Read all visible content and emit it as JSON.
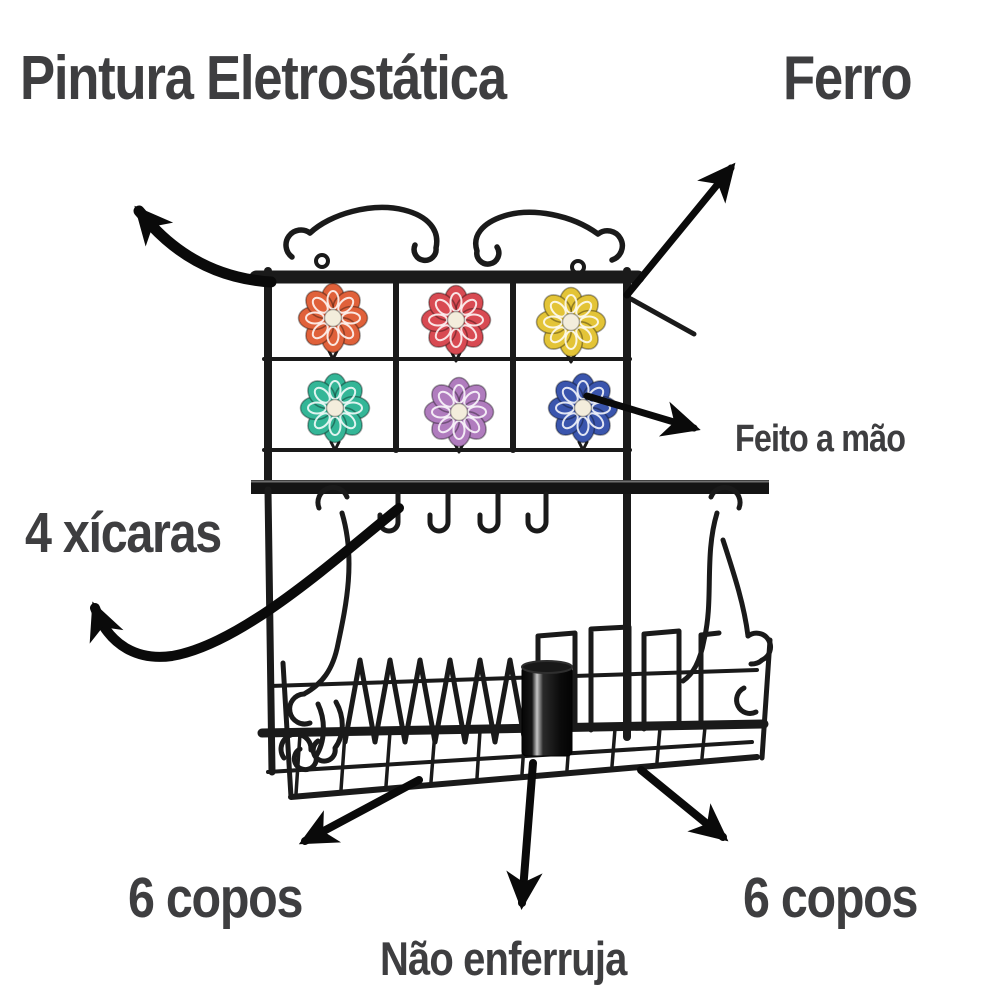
{
  "labels": {
    "pintura": "Pintura Eletrostática",
    "ferro": "Ferro",
    "feito": "Feito a mão",
    "xicaras": "4 xícaras",
    "copos_left": "6 copos",
    "copos_right": "6 copos",
    "nao_enferruja": "Não enferruja"
  },
  "colors": {
    "label_text": "#3e3e40",
    "iron": "#1a1a1a",
    "arrow": "#0a0a0a",
    "background": "#ffffff"
  },
  "flowers": {
    "layout": "2 rows x 3 columns",
    "items": [
      {
        "name": "orange",
        "hex": "#e0613a"
      },
      {
        "name": "red",
        "hex": "#d84a52"
      },
      {
        "name": "yellow",
        "hex": "#e3c437"
      },
      {
        "name": "teal-green",
        "hex": "#34b697"
      },
      {
        "name": "lilac-purple",
        "hex": "#b07cbe"
      },
      {
        "name": "blue",
        "hex": "#3a55ad"
      }
    ]
  }
}
